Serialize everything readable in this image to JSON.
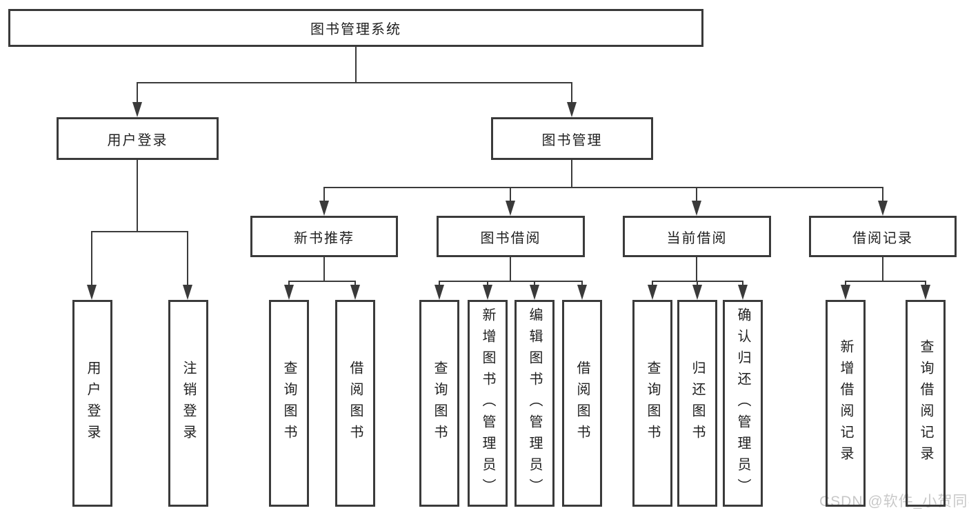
{
  "nodes": {
    "root": "图书管理系统",
    "level2": [
      "用户登录",
      "图书管理"
    ],
    "level3": [
      "新书推荐",
      "图书借阅",
      "当前借阅",
      "借阅记录"
    ],
    "leaves": [
      "用户登录",
      "注销登录",
      "查询图书",
      "借阅图书",
      "查询图书",
      "新增图书（管理员）",
      "编辑图书（管理员）",
      "借阅图书",
      "查询图书",
      "归还图书",
      "确认归还（管理员）",
      "新增借阅记录",
      "查询借阅记录"
    ]
  },
  "watermark": "CSDN @软件_小贺同学",
  "colors": {
    "line": "#3a3a3a",
    "text": "#1f1f1f",
    "watermark": "#c8c8c8",
    "background": "#ffffff"
  }
}
